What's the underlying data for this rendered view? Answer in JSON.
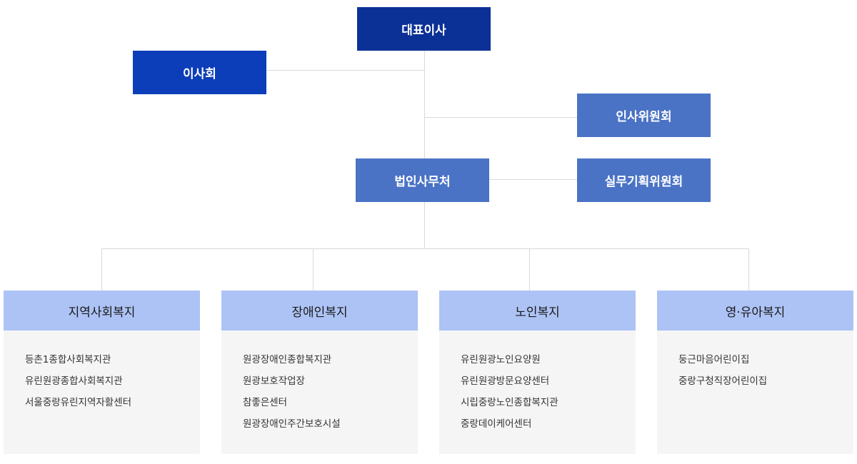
{
  "top": {
    "ceo": "대표이사",
    "board": "이사회",
    "hr_committee": "인사위원회",
    "office": "법인사무처",
    "planning_committee": "실무기획위원회"
  },
  "divisions": [
    {
      "title": "지역사회복지",
      "items": [
        "등촌1종합사회복지관",
        "유린원광종합사회복지관",
        "서울중랑유린지역자활센터"
      ]
    },
    {
      "title": "장애인복지",
      "items": [
        "원광장애인종합복지관",
        "원광보호작업장",
        "참좋은센터",
        "원광장애인주간보호시설"
      ]
    },
    {
      "title": "노인복지",
      "items": [
        "유린원광노인요양원",
        "유린원광방문요양센터",
        "시립중랑노인종합복지관",
        "중랑데이케어센터"
      ]
    },
    {
      "title": "영·유아복지",
      "items": [
        "둥근마음어린이집",
        "중랑구청직장어린이집"
      ]
    }
  ]
}
